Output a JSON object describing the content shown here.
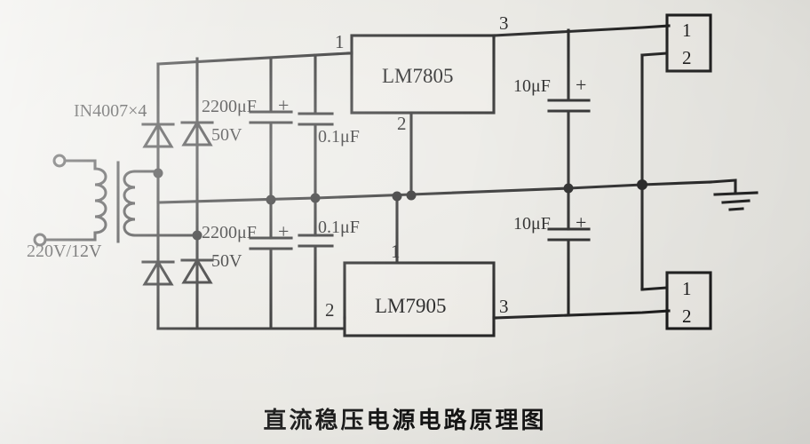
{
  "figure": {
    "caption": "直流稳压电源电路原理图",
    "background_color": "#e9e8e3",
    "ink_color": "#1b1b1b"
  },
  "components": {
    "transformer": {
      "label": "220V/12V",
      "name": "power-transformer"
    },
    "rectifier": {
      "label": "IN4007×4",
      "diode_count": 4,
      "name": "bridge-rectifier"
    },
    "filter_caps": [
      {
        "id": "c1",
        "value": "2200μF",
        "voltage": "50V",
        "polarity": "+",
        "rail": "positive"
      },
      {
        "id": "c2",
        "value": "2200μF",
        "voltage": "50V",
        "polarity": "+",
        "rail": "negative"
      }
    ],
    "bypass_caps": [
      {
        "id": "c3",
        "value": "0.1μF",
        "polarity": "",
        "rail": "positive"
      },
      {
        "id": "c4",
        "value": "0.1μF",
        "polarity": "",
        "rail": "negative"
      }
    ],
    "output_caps": [
      {
        "id": "c5",
        "value": "10μF",
        "polarity": "+",
        "rail": "positive"
      },
      {
        "id": "c6",
        "value": "10μF",
        "polarity": "+",
        "rail": "negative"
      }
    ],
    "regulators": [
      {
        "id": "u1",
        "label": "LM7805",
        "pins": {
          "input": "1",
          "ground": "2",
          "output": "3"
        }
      },
      {
        "id": "u2",
        "label": "LM7905",
        "pins": {
          "input": "2",
          "ground": "1",
          "output": "3"
        }
      }
    ],
    "connectors": [
      {
        "id": "j1",
        "pin_top": "1",
        "pin_bottom": "2",
        "position": "top-right"
      },
      {
        "id": "j2",
        "pin_top": "1",
        "pin_bottom": "2",
        "position": "bottom-right"
      }
    ],
    "ground": {
      "symbol": "earth-ground",
      "bars": 3
    }
  },
  "pin_labels": {
    "u1_in": "1",
    "u1_gnd": "2",
    "u1_out": "3",
    "u2_gnd": "1",
    "u2_in": "2",
    "u2_out": "3",
    "j1_p1": "1",
    "j1_p2": "2",
    "j2_p1": "1",
    "j2_p2": "2"
  },
  "text_labels": {
    "diodes": "IN4007×4",
    "transformer": "220V/12V",
    "cap_2200_top_value": "2200μF",
    "cap_2200_top_volt": "50V",
    "cap_2200_top_plus": "+",
    "cap_2200_bot_value": "2200μF",
    "cap_2200_bot_volt": "50V",
    "cap_2200_bot_plus": "+",
    "cap_01_top": "0.1μF",
    "cap_01_bot": "0.1μF",
    "cap_10_top": "10μF",
    "cap_10_top_plus": "+",
    "cap_10_bot": "10μF",
    "cap_10_bot_plus": "+",
    "ic_top": "LM7805",
    "ic_bot": "LM7905"
  }
}
